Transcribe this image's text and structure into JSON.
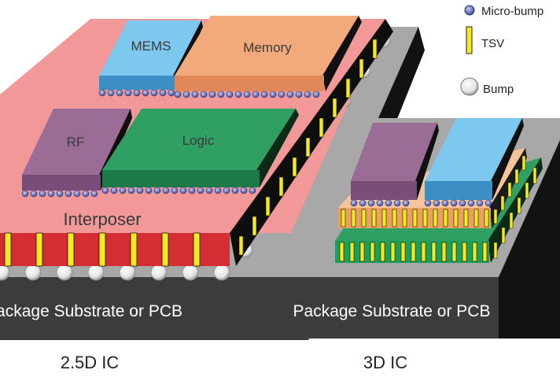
{
  "legend": {
    "micro_bump": "Micro-bump",
    "tsv": "TSV",
    "bump": "Bump"
  },
  "left_diagram": {
    "chips": {
      "mems": "MEMS",
      "memory": "Memory",
      "rf": "RF",
      "logic": "Logic"
    },
    "interposer": "Interposer",
    "substrate": "Package Substrate or PCB",
    "caption": "2.5D IC"
  },
  "right_diagram": {
    "substrate": "Package Substrate or PCB",
    "caption": "3D IC"
  },
  "colors": {
    "mems": "#7cc8ee",
    "memory": "#f2a97c",
    "rf": "#9b6c96",
    "logic": "#2f9f62",
    "interposer": "#f29898",
    "interposer_front": "#d42d33",
    "tsv": "#f4ea20",
    "substrate_top": "#a8a8a8",
    "substrate_front": "#3c3c3c",
    "substrate_side": "#121212"
  }
}
